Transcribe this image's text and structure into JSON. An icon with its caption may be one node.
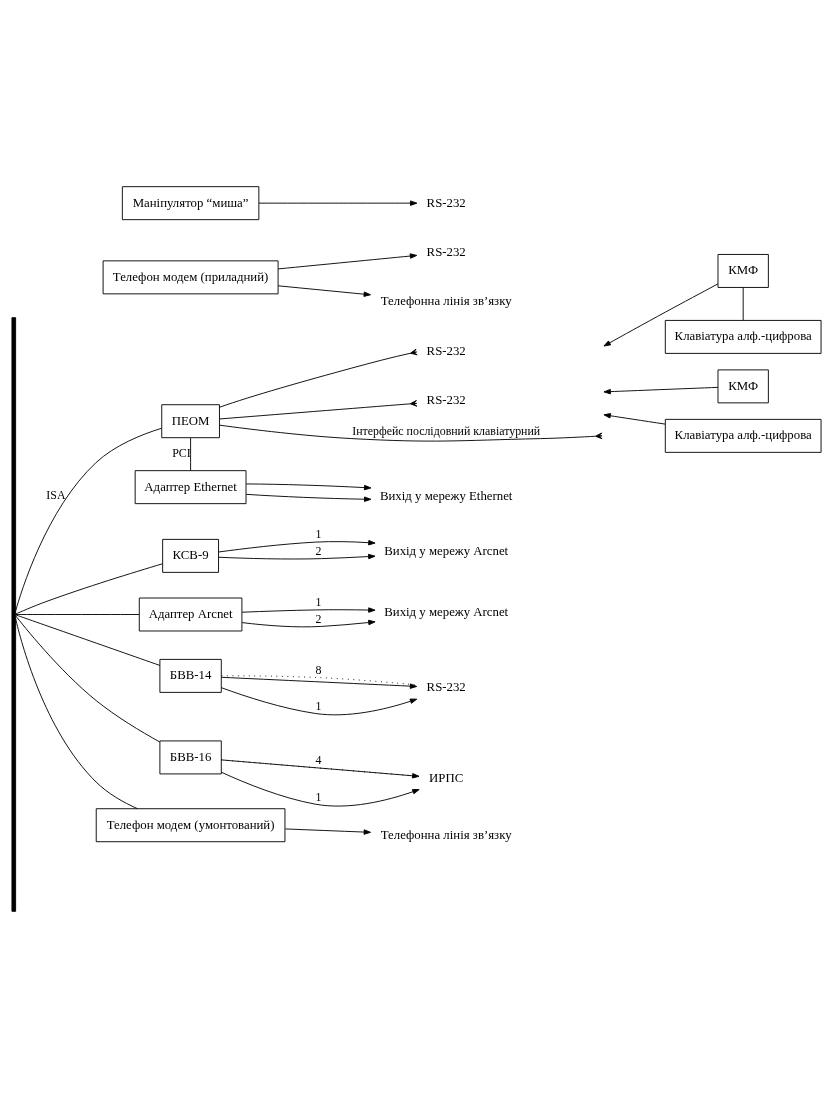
{
  "diagram": {
    "nodes": [
      {
        "text": [
          "ПЕОМ"
        ]
      },
      {
        "text": [],
        "shape": "bar"
      },
      {
        "text": [
          "Клавіатура алф.-цифрова"
        ]
      },
      {
        "text": [
          "КМФ"
        ]
      },
      {
        "text": [
          "КМФ"
        ]
      },
      {
        "text": [
          "Клавіатура алф.-цифрова"
        ]
      },
      {
        "text": [
          "RS-232"
        ]
      },
      {
        "text": [
          "RS-232"
        ]
      },
      {
        "text": [
          "Адаптер Ethernet"
        ]
      },
      {
        "text": [
          "Вихід у мережу Ethernet"
        ]
      },
      {
        "text": [
          "КСВ-9"
        ]
      },
      {
        "text": [
          "Вихід у мережу Arcnet"
        ]
      },
      {
        "text": [
          "Адаптер Arcnet"
        ]
      },
      {
        "text": [
          "Вихід у мережу Arcnet"
        ]
      },
      {
        "text": [
          "БВВ-14"
        ]
      },
      {
        "text": [
          "RS-232"
        ]
      },
      {
        "text": [
          "БВВ-16"
        ]
      },
      {
        "text": [
          "ИРПС"
        ]
      },
      {
        "text": [
          "Телефон модем (приладний)"
        ]
      },
      {
        "text": [
          "RS-232"
        ]
      },
      {
        "text": [
          "Телефонна лінія зв’язку"
        ]
      },
      {
        "text": [
          "Телефон модем (умонтований)"
        ]
      },
      {
        "text": [
          "Телефонна лінія зв’язку"
        ]
      },
      {
        "text": [
          "Маніпулятор “миша”"
        ]
      },
      {
        "text": [
          "RS-232"
        ]
      }
    ],
    "edges": [
      {
        "from": 1,
        "to": 0,
        "arrow": "none",
        "label": "ISA"
      },
      {
        "from": 0,
        "to": 8,
        "arrow": "none",
        "label": "PCI"
      },
      {
        "from": 0,
        "to": null,
        "arrow": "other",
        "label": "Інтерфейс послідовний клавіатурний"
      },
      {
        "from": 2,
        "to": null,
        "arrow": "to"
      },
      {
        "from": 3,
        "to": null,
        "arrow": "to"
      },
      {
        "from": 4,
        "to": null,
        "arrow": "to"
      },
      {
        "from": 4,
        "to": 5,
        "arrow": "none"
      },
      {
        "from": 0,
        "to": 6,
        "arrow": "other"
      },
      {
        "from": 0,
        "to": 7,
        "arrow": "other"
      },
      {
        "from": 8,
        "to": 9,
        "arrow": "to"
      },
      {
        "from": 8,
        "to": 9,
        "arrow": "to"
      },
      {
        "from": 1,
        "to": 10,
        "arrow": "none"
      },
      {
        "from": 10,
        "to": 11,
        "arrow": "to",
        "label": "1"
      },
      {
        "from": 10,
        "to": 11,
        "arrow": "to",
        "label": "2"
      },
      {
        "from": 1,
        "to": 12,
        "arrow": "none"
      },
      {
        "from": 12,
        "to": 13,
        "arrow": "to",
        "label": "1"
      },
      {
        "from": 12,
        "to": 13,
        "arrow": "to",
        "label": "2"
      },
      {
        "from": 1,
        "to": 14,
        "arrow": "none"
      },
      {
        "from": 14,
        "to": 15,
        "arrow": "to",
        "label": "1"
      },
      {
        "from": 14,
        "to": 15,
        "arrow": "none",
        "style": "dashed",
        "label": "8"
      },
      {
        "from": 14,
        "to": 15,
        "arrow": "to"
      },
      {
        "from": 1,
        "to": 16,
        "arrow": "none"
      },
      {
        "from": 16,
        "to": 17,
        "arrow": "to",
        "label": "1"
      },
      {
        "from": 16,
        "to": 17,
        "arrow": "none",
        "style": "dashed",
        "label": "4"
      },
      {
        "from": 16,
        "to": 17,
        "arrow": "to"
      },
      {
        "from": 18,
        "to": 19,
        "arrow": "to"
      },
      {
        "from": 18,
        "to": 20,
        "arrow": "to"
      },
      {
        "from": 1,
        "to": 21,
        "arrow": "none"
      },
      {
        "from": 21,
        "to": 22,
        "arrow": "to"
      },
      {
        "from": 23,
        "to": 24,
        "arrow": "to"
      }
    ]
  }
}
